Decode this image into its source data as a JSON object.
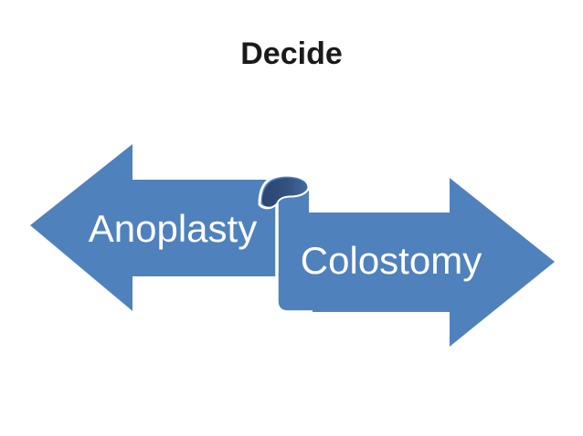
{
  "slide": {
    "title": "Decide",
    "background": "#ffffff"
  },
  "diagram": {
    "type": "opposing-arrows-ribbon",
    "arrows": [
      {
        "label": "Anoplasty",
        "direction": "left"
      },
      {
        "label": "Colostomy",
        "direction": "right"
      }
    ],
    "colors": {
      "arrow_fill": "#4f81bd",
      "fold_shadow_dark": "#2a4570",
      "fold_shadow_light": "#44699f",
      "separator_outline": "#ffffff",
      "label_text": "#ffffff",
      "title_text": "#1a1a1a",
      "background": "#ffffff"
    }
  }
}
